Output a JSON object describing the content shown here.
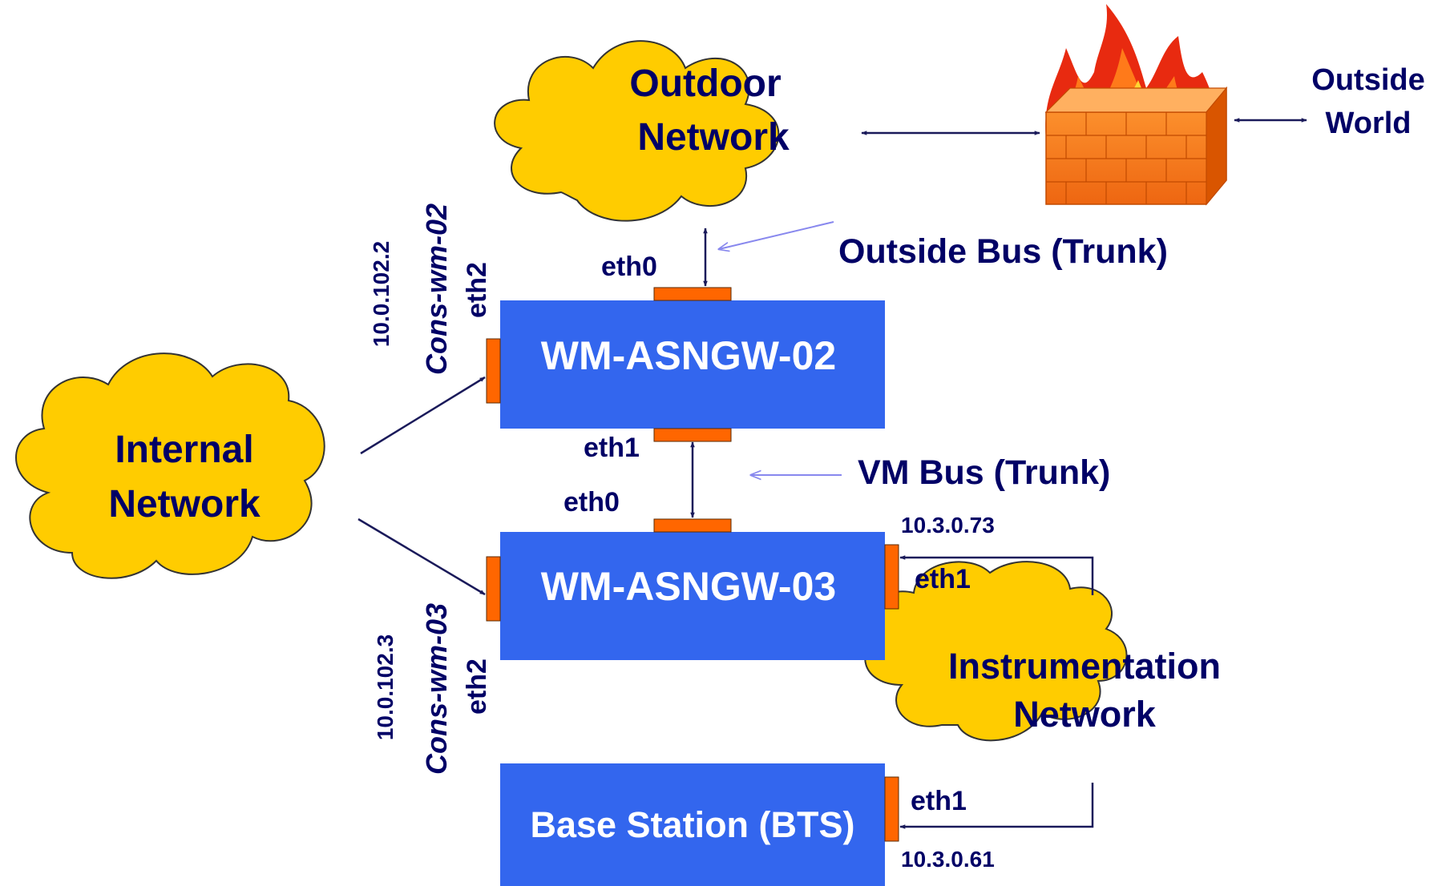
{
  "clouds": {
    "outdoor": {
      "line1": "Outdoor",
      "line2": "Network"
    },
    "internal": {
      "line1": "Internal",
      "line2": "Network"
    },
    "instrumentation": {
      "line1": "Instrumentation",
      "line2": "Network"
    }
  },
  "outside_world": {
    "line1": "Outside",
    "line2": "World"
  },
  "buses": {
    "outside": "Outside Bus (Trunk)",
    "vm": "VM Bus (Trunk)"
  },
  "nodes": {
    "gw02": {
      "label": "WM-ASNGW-02"
    },
    "gw03": {
      "label": "WM-ASNGW-03"
    },
    "bts": {
      "label": "Base Station (BTS)"
    }
  },
  "ports": {
    "gw02_eth0": "eth0",
    "gw02_eth1": "eth1",
    "gw03_eth0": "eth0",
    "gw03_eth1": "eth1",
    "bts_eth1": "eth1",
    "gw02_eth2": "eth2",
    "gw03_eth2": "eth2"
  },
  "hostnames": {
    "gw02": "Cons-wm-02",
    "gw03": "Cons-wm-03"
  },
  "ips": {
    "gw02_eth2": "10.0.102.2",
    "gw03_eth2": "10.0.102.3",
    "gw03_eth1": "10.3.0.73",
    "bts_eth1": "10.3.0.61"
  },
  "colors": {
    "node_fill": "#3366ee",
    "port_fill": "#ff6600",
    "cloud_fill": "#ffcc00",
    "line_color": "#1a1a5a",
    "text_dark": "#000066"
  }
}
